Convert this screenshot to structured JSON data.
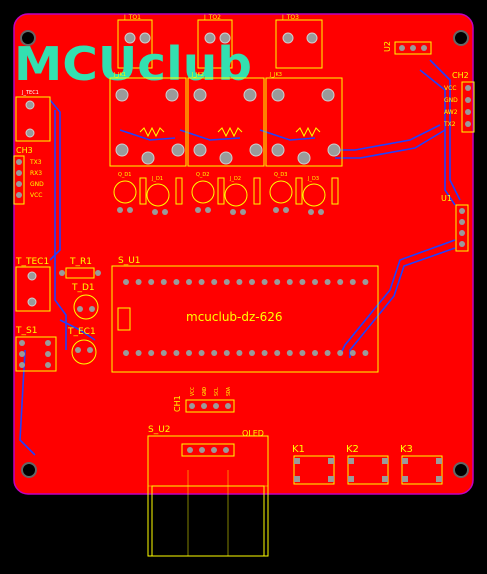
{
  "colors": {
    "board": "#ff0000",
    "background": "#000000",
    "silkscreen": "#ffff00",
    "outline": "#c000c0",
    "trace": "#2040ff",
    "pad": "#9a9a9a",
    "logo": "#33e0b0"
  },
  "logo": "MCUclub",
  "board_title": "mcuclub-dz-626",
  "relay_labels": [
    "J_TO1",
    "J_TO2",
    "J_TO3"
  ],
  "relay_sub_labels": [
    "J_JK1",
    "J_JK2",
    "J_JK3"
  ],
  "relay_part_labels": [
    "Q_D1",
    "Q_D2",
    "Q_D3",
    "J_D1",
    "J_D2",
    "J_D3"
  ],
  "components": {
    "u2": "U2",
    "ch2": "CH2",
    "ch2_pins": [
      "VCC",
      "GND",
      "AW2",
      "TX2"
    ],
    "ch3": "CH3",
    "ch3_pins": [
      "TX3",
      "RX3",
      "GND",
      "VCC"
    ],
    "j_tec1": "J_TEC1",
    "u1": "U1",
    "t_tec1": "T_TEC1",
    "t_r1": "T_R1",
    "t_d1": "T_D1",
    "t_ec1": "T_EC1",
    "t_s1": "T_S1",
    "s_u1": "S_U1",
    "ch1": "CH1",
    "ch1_pins": [
      "VCC",
      "GND",
      "SCL",
      "SDA"
    ],
    "s_u2": "S_U2",
    "oled": "OLED",
    "keys": [
      "K1",
      "K2",
      "K3"
    ]
  }
}
